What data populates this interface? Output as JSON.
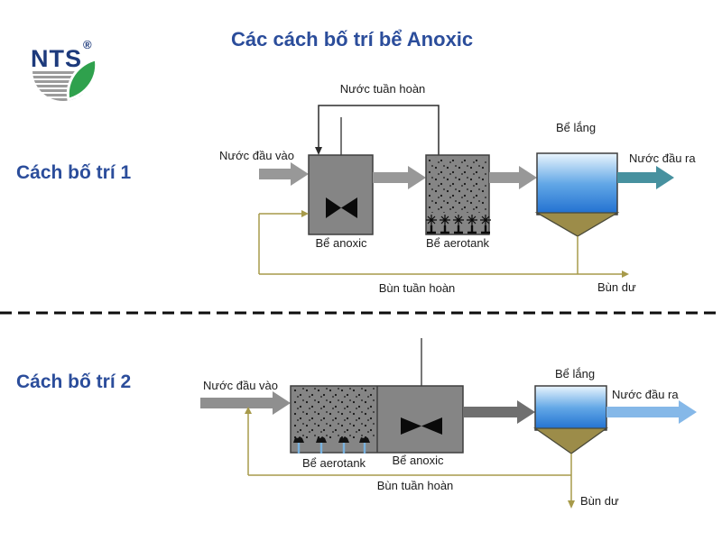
{
  "logo": {
    "text": "NTS",
    "registered": "®"
  },
  "title": "Các cách bố trí bể Anoxic",
  "colors": {
    "brand_blue": "#2b4d9b",
    "logo_navy": "#1d3a7c",
    "leaf_green": "#2fa14d",
    "tank_gray": "#858585",
    "arrow_gray": "#8f8f8f",
    "arrow_dark_gray": "#6f6f6f",
    "outlet_teal": "#47919f",
    "outlet_light_blue": "#85b8e8",
    "sludge_line_olive": "#a79a4a",
    "sludge_fill": "#9c8c49",
    "water_gradient_top": "#eaf5fd",
    "water_gradient_bottom": "#1f6fd0"
  },
  "diagram1": {
    "section_label": "Cách bố trí 1",
    "labels": {
      "recycle": "Nước tuần hoàn",
      "inlet": "Nước đầu vào",
      "anoxic_tank": "Bể anoxic",
      "aeration_tank": "Bể aerotank",
      "clarifier": "Bể lắng",
      "outlet": "Nước đầu ra",
      "sludge_return": "Bùn tuần hoàn",
      "excess_sludge": "Bùn dư"
    }
  },
  "diagram2": {
    "section_label": "Cách bố trí 2",
    "labels": {
      "inlet": "Nước đầu vào",
      "aeration_tank": "Bể aerotank",
      "anoxic_tank": "Bể anoxic",
      "clarifier": "Bể lắng",
      "outlet": "Nước đầu ra",
      "sludge_return": "Bùn tuần hoàn",
      "excess_sludge": "Bùn dư"
    }
  }
}
